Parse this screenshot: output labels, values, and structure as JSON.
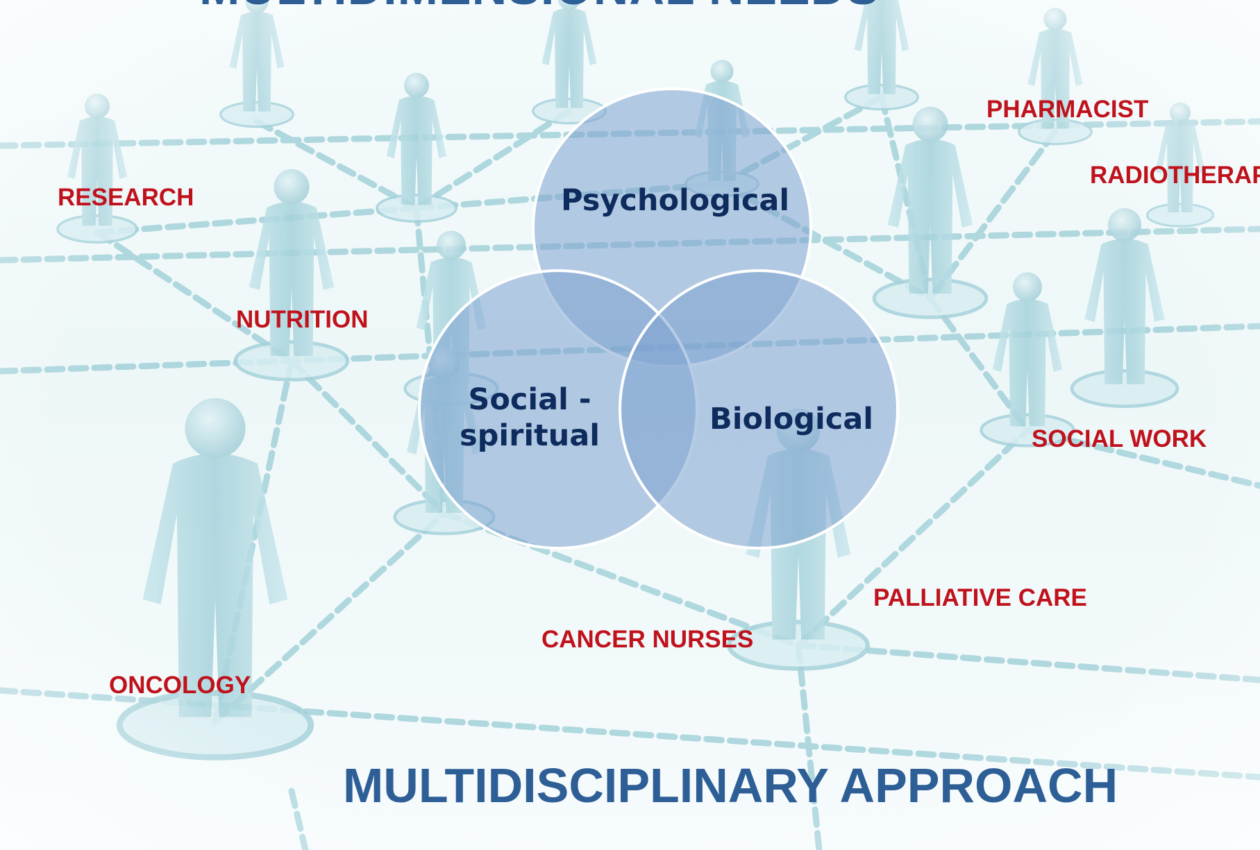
{
  "header": {
    "title": "MULTIDIMENSIONAL NEEDS"
  },
  "footer": {
    "title": "MULTIDISCIPLINARY APPROACH"
  },
  "needs": {
    "psychological": "Psychological",
    "social_line1": "Social -",
    "social_line2": "spiritual",
    "biological": "Biological"
  },
  "disciplines": {
    "research": "RESEARCH",
    "nutrition": "NUTRITION",
    "oncology": "ONCOLOGY",
    "cancer_nurses": "CANCER NURSES",
    "palliative_care": "PALLIATIVE CARE",
    "social_work": "SOCIAL WORK",
    "pharmacist": "PHARMACIST",
    "radiotherapy": "RADIOTHERAPY"
  },
  "colors": {
    "title": "#2e5e96",
    "discipline_label": "#c0121c",
    "need_label": "#0e2b5e",
    "circle_fill": "#7ea2cf",
    "figure": "#a9d3dc",
    "network_line": "#9fcfd8"
  }
}
